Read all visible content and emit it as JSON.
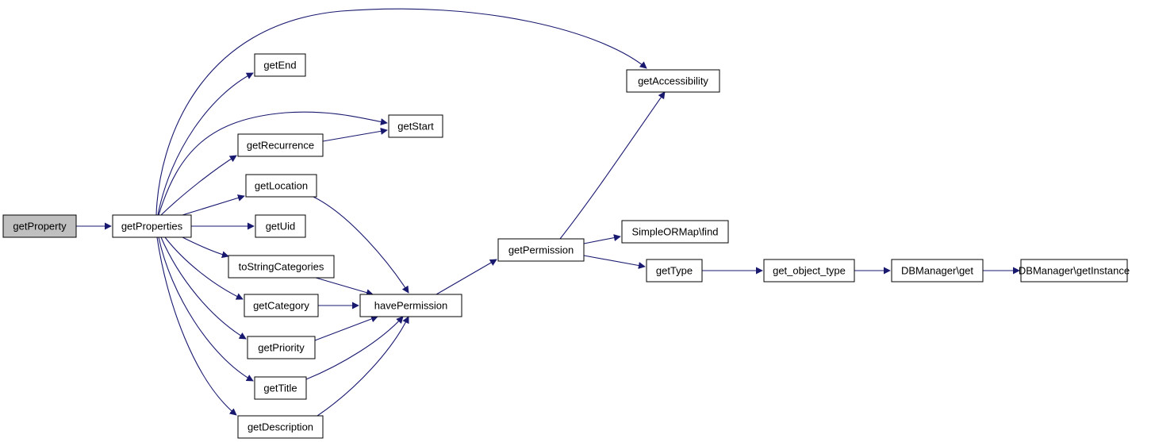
{
  "graph": {
    "colors": {
      "edge": "#191970",
      "node_border": "#000000",
      "node_fill": "#ffffff",
      "root_fill": "#bfbfbf"
    },
    "nodes": [
      {
        "id": "getProperty",
        "label": "getProperty",
        "root": true
      },
      {
        "id": "getProperties",
        "label": "getProperties"
      },
      {
        "id": "getEnd",
        "label": "getEnd"
      },
      {
        "id": "getStart",
        "label": "getStart"
      },
      {
        "id": "getRecurrence",
        "label": "getRecurrence"
      },
      {
        "id": "getLocation",
        "label": "getLocation"
      },
      {
        "id": "getUid",
        "label": "getUid"
      },
      {
        "id": "toStringCategories",
        "label": "toStringCategories"
      },
      {
        "id": "getCategory",
        "label": "getCategory"
      },
      {
        "id": "getPriority",
        "label": "getPriority"
      },
      {
        "id": "getTitle",
        "label": "getTitle"
      },
      {
        "id": "getDescription",
        "label": "getDescription"
      },
      {
        "id": "havePermission",
        "label": "havePermission"
      },
      {
        "id": "getPermission",
        "label": "getPermission"
      },
      {
        "id": "getAccessibility",
        "label": "getAccessibility"
      },
      {
        "id": "simpleORMapFind",
        "label": "SimpleORMap\\find"
      },
      {
        "id": "getType",
        "label": "getType"
      },
      {
        "id": "get_object_type",
        "label": "get_object_type"
      },
      {
        "id": "dbManagerGet",
        "label": "DBManager\\get"
      },
      {
        "id": "dbManagerGetInstance",
        "label": "DBManager\\getInstance"
      }
    ],
    "edges": [
      {
        "from": "getProperty",
        "to": "getProperties"
      },
      {
        "from": "getProperties",
        "to": "getAccessibility"
      },
      {
        "from": "getProperties",
        "to": "getEnd"
      },
      {
        "from": "getProperties",
        "to": "getStart"
      },
      {
        "from": "getProperties",
        "to": "getRecurrence"
      },
      {
        "from": "getProperties",
        "to": "getLocation"
      },
      {
        "from": "getProperties",
        "to": "getUid"
      },
      {
        "from": "getProperties",
        "to": "toStringCategories"
      },
      {
        "from": "getProperties",
        "to": "getCategory"
      },
      {
        "from": "getProperties",
        "to": "getPriority"
      },
      {
        "from": "getProperties",
        "to": "getTitle"
      },
      {
        "from": "getProperties",
        "to": "getDescription"
      },
      {
        "from": "getRecurrence",
        "to": "getStart"
      },
      {
        "from": "getLocation",
        "to": "havePermission"
      },
      {
        "from": "toStringCategories",
        "to": "havePermission"
      },
      {
        "from": "getCategory",
        "to": "havePermission"
      },
      {
        "from": "getPriority",
        "to": "havePermission"
      },
      {
        "from": "getTitle",
        "to": "havePermission"
      },
      {
        "from": "getDescription",
        "to": "havePermission"
      },
      {
        "from": "havePermission",
        "to": "getPermission"
      },
      {
        "from": "getPermission",
        "to": "getAccessibility"
      },
      {
        "from": "getPermission",
        "to": "simpleORMapFind"
      },
      {
        "from": "getPermission",
        "to": "getType"
      },
      {
        "from": "getType",
        "to": "get_object_type"
      },
      {
        "from": "get_object_type",
        "to": "dbManagerGet"
      },
      {
        "from": "dbManagerGet",
        "to": "dbManagerGetInstance"
      }
    ]
  }
}
